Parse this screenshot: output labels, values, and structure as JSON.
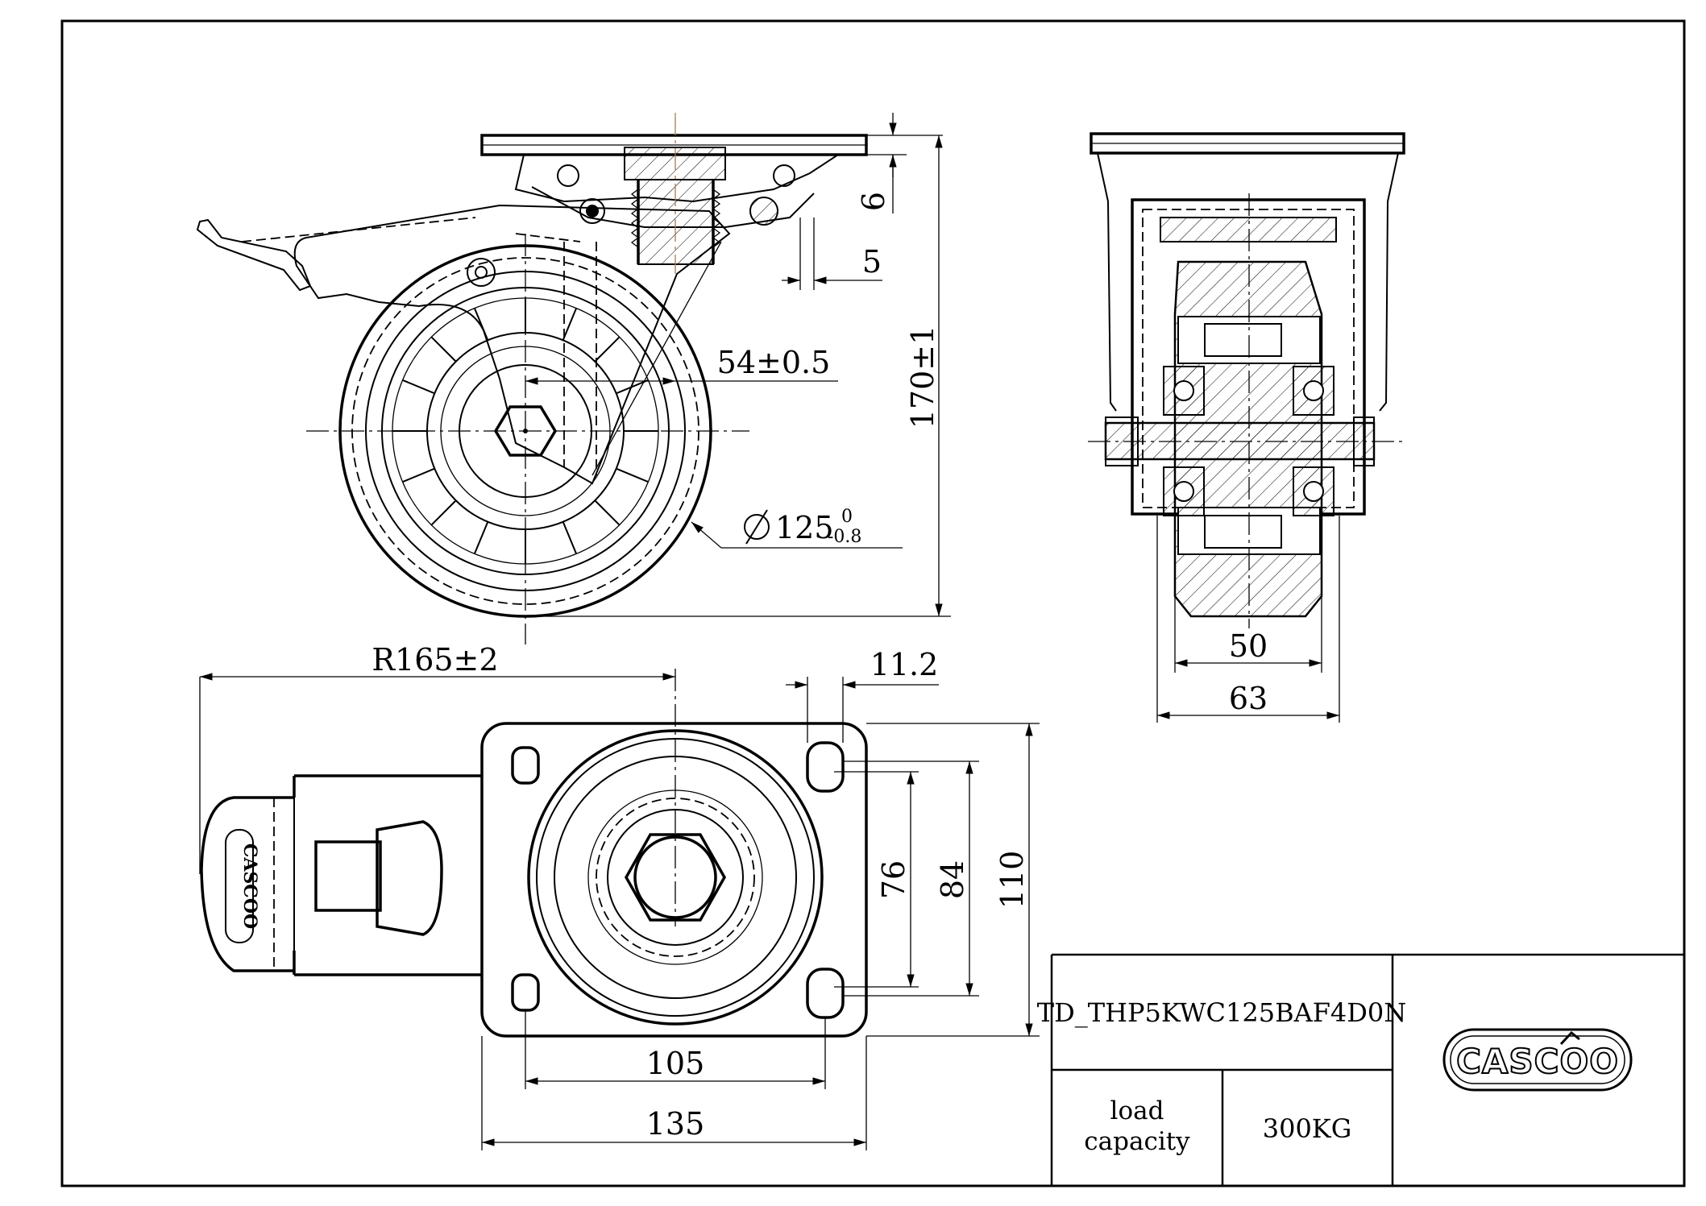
{
  "drawing": {
    "dimensions": {
      "top_gap": "6",
      "thread_gap": "5",
      "offset": "54±0.5",
      "height": "170±1",
      "wheel_diameter": "125",
      "wheel_tol_upper": "0",
      "wheel_tol_lower": "-0.8",
      "radius": "R165±2",
      "hole_size": "11.2",
      "hole_spacing_y_inner": "76",
      "hole_spacing_y_outer": "84",
      "plate_length": "110",
      "hole_spacing_x": "105",
      "plate_width": "135",
      "wheel_width": "50",
      "overall_width": "63"
    },
    "brand_mark": "CASCOO"
  },
  "title_block": {
    "part_number": "TD_THP5KWC125BAF4D0N",
    "load_label": "load capacity",
    "load_value": "300KG",
    "logo_text": "CASCOO"
  }
}
